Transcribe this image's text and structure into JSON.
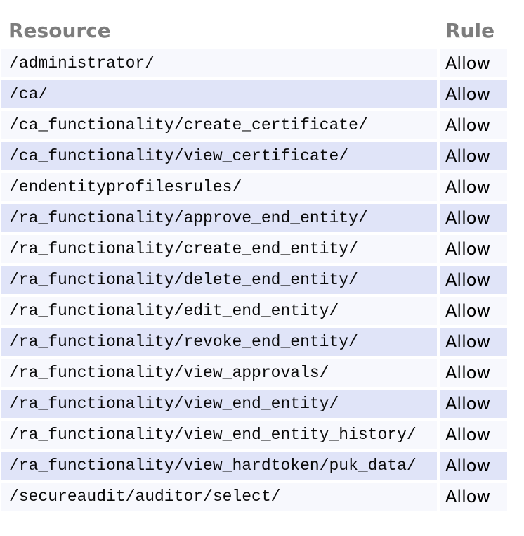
{
  "table": {
    "headers": {
      "resource": "Resource",
      "rule": "Rule"
    },
    "rows": [
      {
        "resource": "/administrator/",
        "rule": "Allow"
      },
      {
        "resource": "/ca/",
        "rule": "Allow"
      },
      {
        "resource": "/ca_functionality/create_certificate/",
        "rule": "Allow"
      },
      {
        "resource": "/ca_functionality/view_certificate/",
        "rule": "Allow"
      },
      {
        "resource": "/endentityprofilesrules/",
        "rule": "Allow"
      },
      {
        "resource": "/ra_functionality/approve_end_entity/",
        "rule": "Allow"
      },
      {
        "resource": "/ra_functionality/create_end_entity/",
        "rule": "Allow"
      },
      {
        "resource": "/ra_functionality/delete_end_entity/",
        "rule": "Allow"
      },
      {
        "resource": "/ra_functionality/edit_end_entity/",
        "rule": "Allow"
      },
      {
        "resource": "/ra_functionality/revoke_end_entity/",
        "rule": "Allow"
      },
      {
        "resource": "/ra_functionality/view_approvals/",
        "rule": "Allow"
      },
      {
        "resource": "/ra_functionality/view_end_entity/",
        "rule": "Allow"
      },
      {
        "resource": "/ra_functionality/view_end_entity_history/",
        "rule": "Allow"
      },
      {
        "resource": "/ra_functionality/view_hardtoken/puk_data/",
        "rule": "Allow"
      },
      {
        "resource": "/secureaudit/auditor/select/",
        "rule": "Allow"
      }
    ],
    "colors": {
      "row_light": "#f7f8fd",
      "row_dark": "#e0e4f8",
      "header_text": "#7d7d7d",
      "resource_text": "#0a0a0a",
      "rule_text": "#000000"
    }
  }
}
